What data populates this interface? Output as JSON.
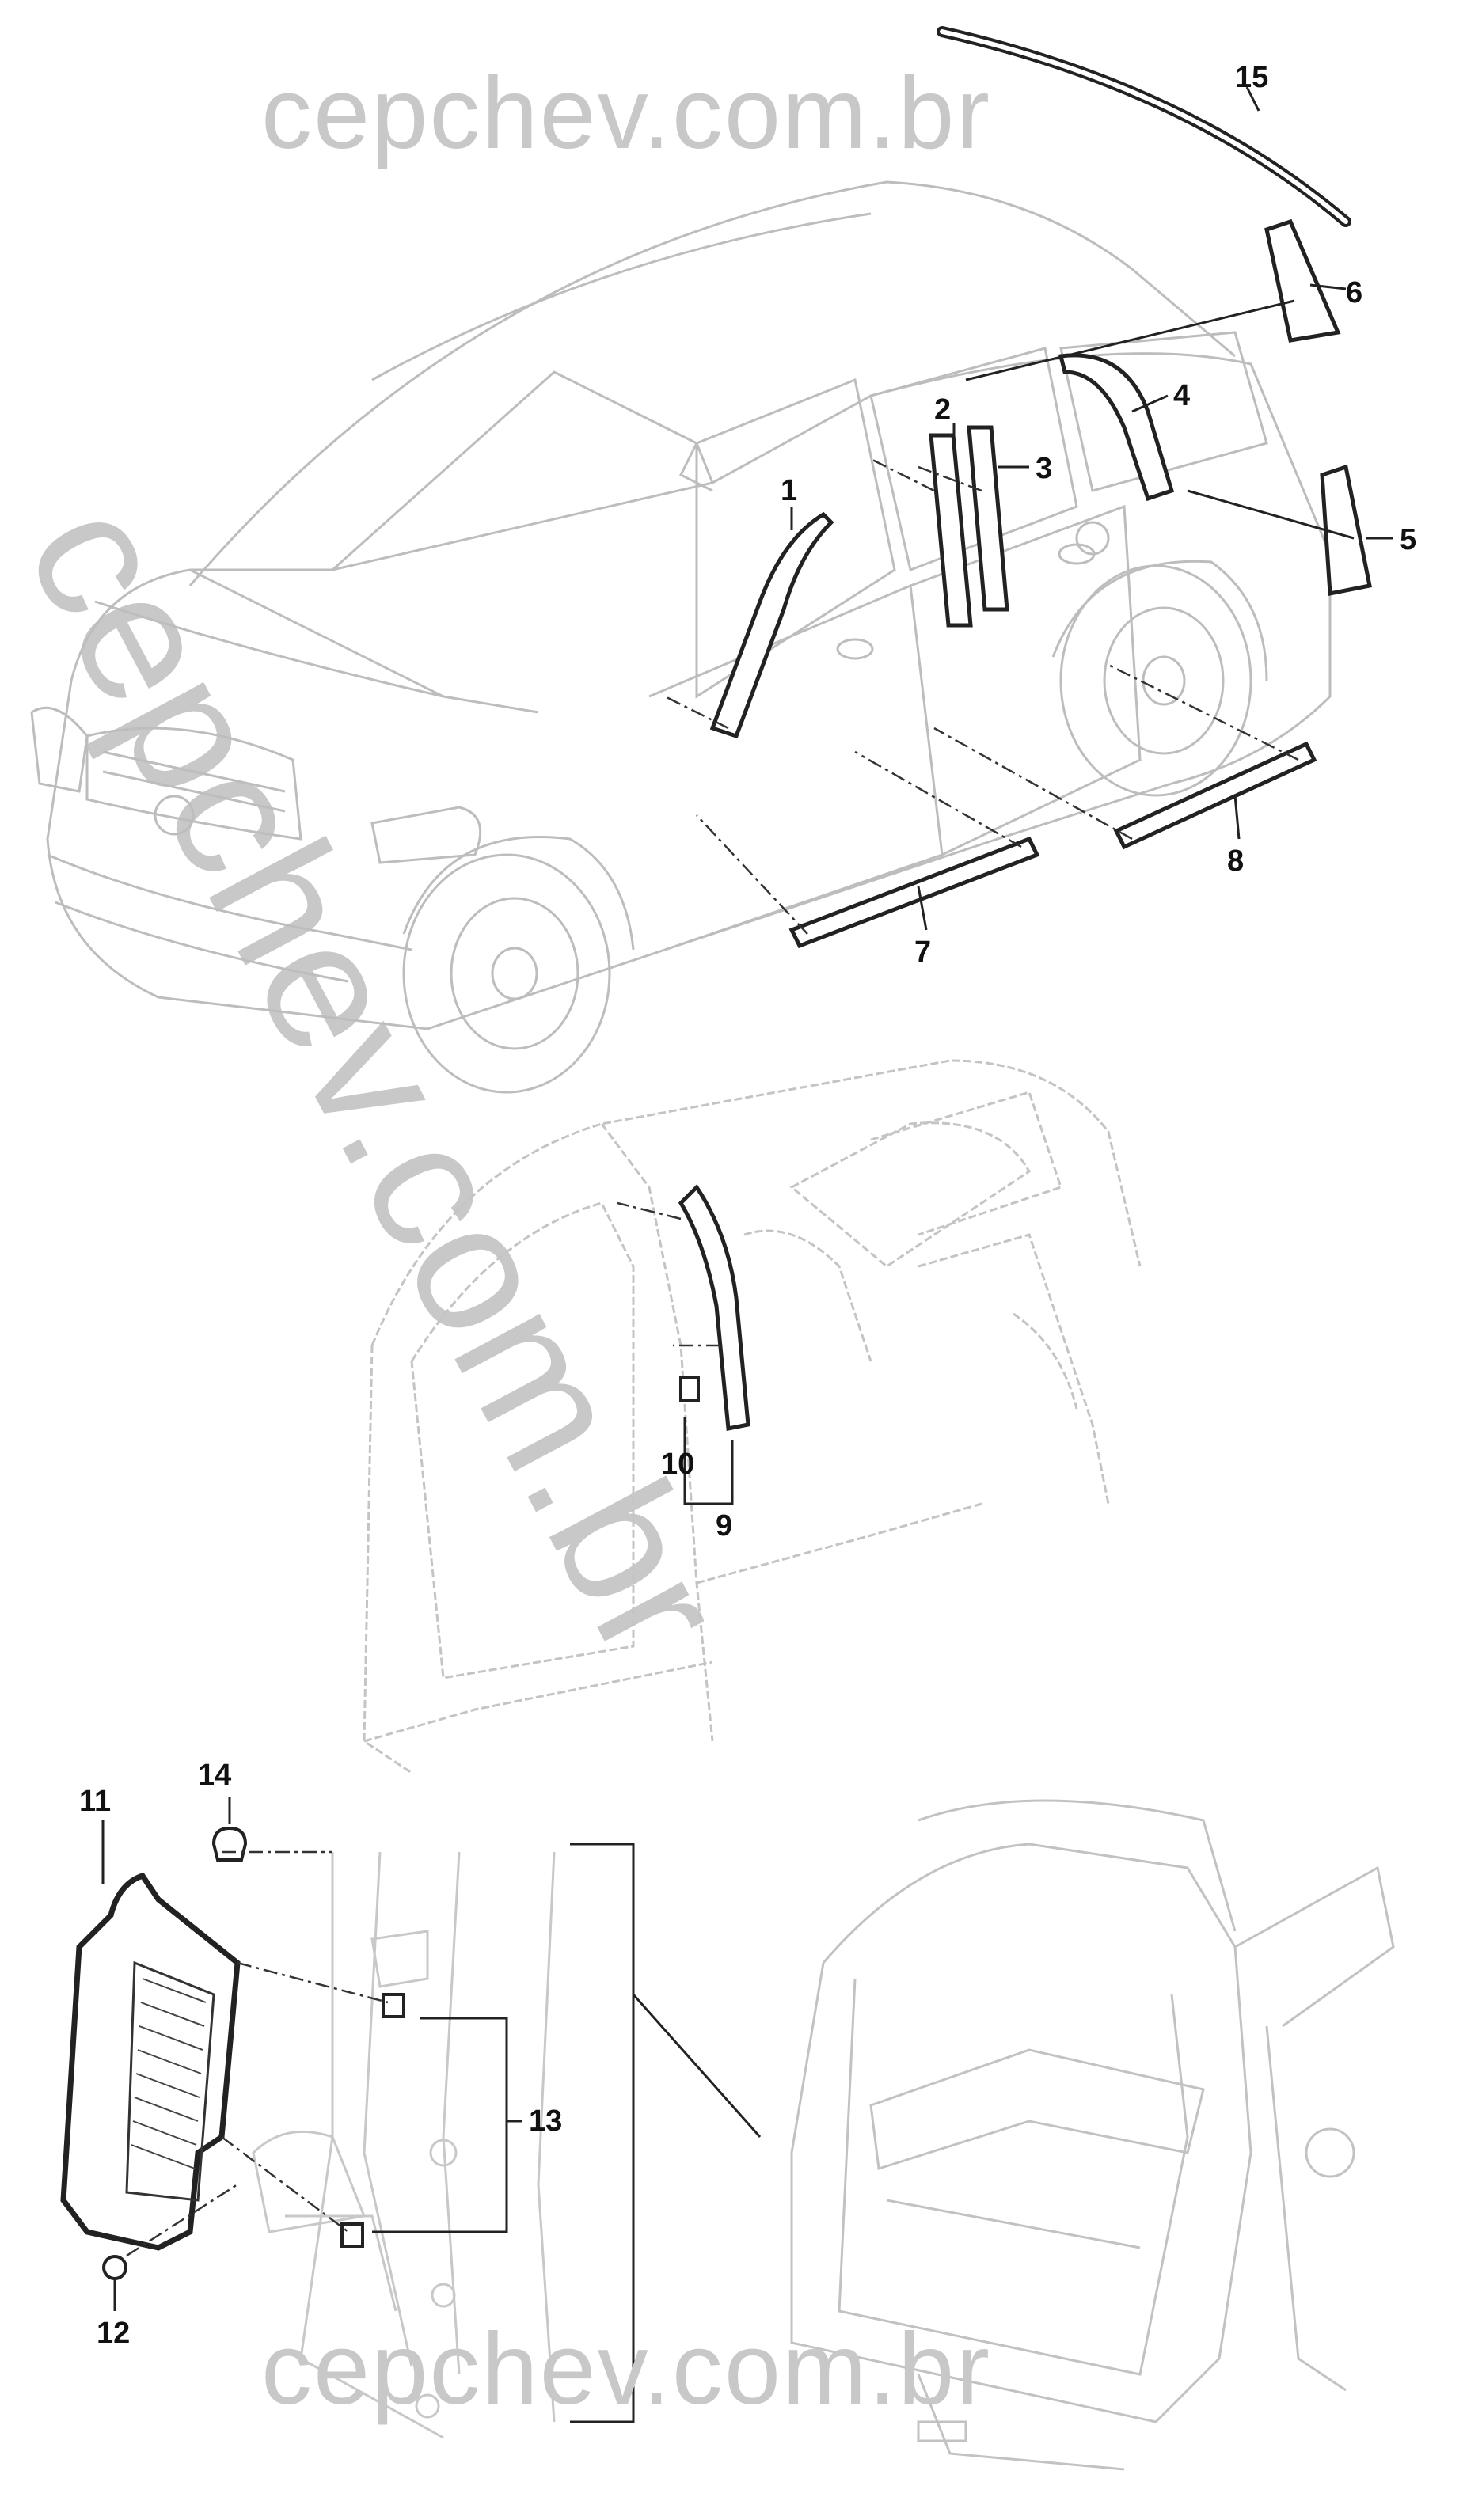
{
  "watermark": {
    "top": "cepchev.com.br",
    "diagonal": "cepchev.com.br",
    "bottom": "cepchev.com.br"
  },
  "callouts": {
    "c1": "1",
    "c2": "2",
    "c3": "3",
    "c4": "4",
    "c5": "5",
    "c6": "6",
    "c7": "7",
    "c8": "8",
    "c9": "9",
    "c10": "10",
    "c11": "11",
    "c12": "12",
    "c13": "13",
    "c14": "14",
    "c15": "15"
  }
}
